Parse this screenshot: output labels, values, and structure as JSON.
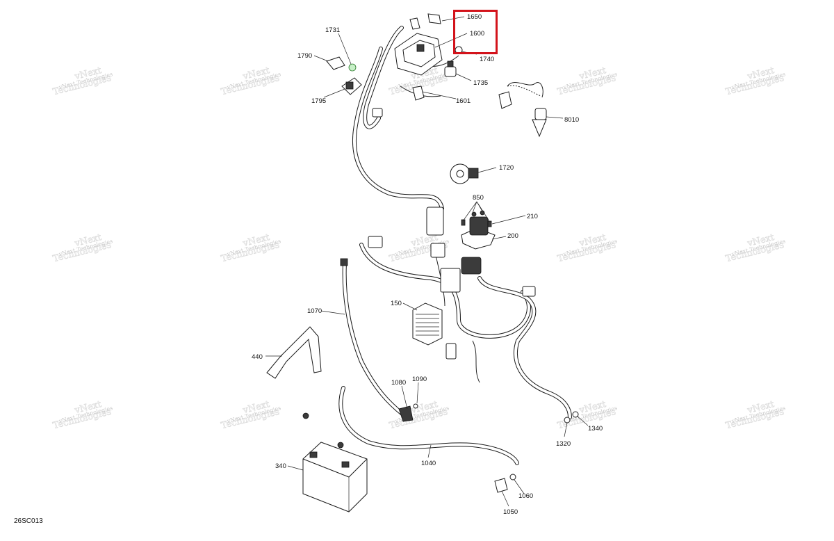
{
  "diagram": {
    "code": "26SC013",
    "highlight_color": "#d3131b",
    "watermark": {
      "line1": "vNext",
      "line2": "Technologies",
      "small": "vNext Technologies"
    },
    "callouts": [
      {
        "id": "1650",
        "label": "1650"
      },
      {
        "id": "1600",
        "label": "1600"
      },
      {
        "id": "1740",
        "label": "1740"
      },
      {
        "id": "1731",
        "label": "1731"
      },
      {
        "id": "1790",
        "label": "1790"
      },
      {
        "id": "1795",
        "label": "1795"
      },
      {
        "id": "1735",
        "label": "1735"
      },
      {
        "id": "1601",
        "label": "1601"
      },
      {
        "id": "8010",
        "label": "8010"
      },
      {
        "id": "1720",
        "label": "1720"
      },
      {
        "id": "850",
        "label": "850"
      },
      {
        "id": "210",
        "label": "210"
      },
      {
        "id": "200",
        "label": "200"
      },
      {
        "id": "150",
        "label": "150"
      },
      {
        "id": "1070",
        "label": "1070"
      },
      {
        "id": "440",
        "label": "440"
      },
      {
        "id": "1080",
        "label": "1080"
      },
      {
        "id": "1090",
        "label": "1090"
      },
      {
        "id": "340",
        "label": "340"
      },
      {
        "id": "1040",
        "label": "1040"
      },
      {
        "id": "1060",
        "label": "1060"
      },
      {
        "id": "1050",
        "label": "1050"
      },
      {
        "id": "1320",
        "label": "1320"
      },
      {
        "id": "1340",
        "label": "1340"
      }
    ]
  }
}
